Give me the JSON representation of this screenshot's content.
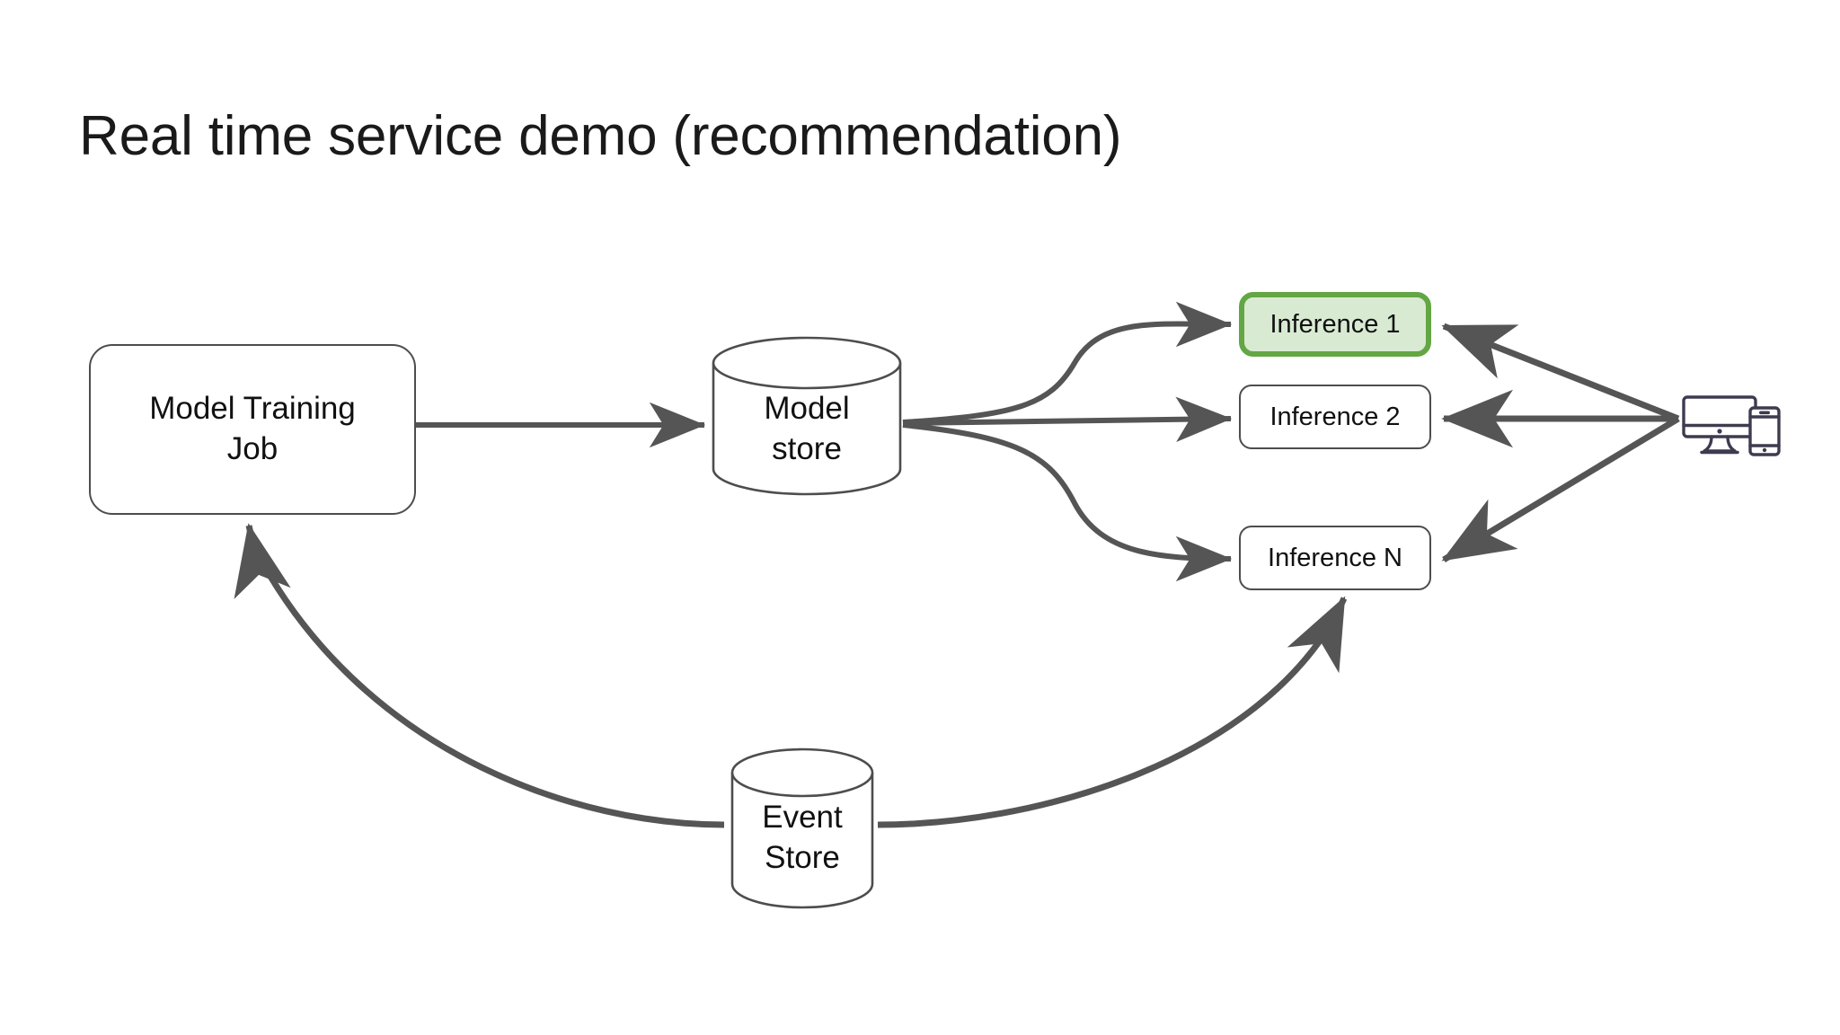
{
  "slide": {
    "title": "Real time service demo (recommendation)",
    "background_color": "#ffffff"
  },
  "colors": {
    "edge": "#555555",
    "node_border": "#4d4d4d",
    "node_fill": "#ffffff",
    "highlight_border": "#63a644",
    "highlight_fill": "#d9ead3",
    "device_icon": "#3f3b4f",
    "text": "#111111"
  },
  "nodes": {
    "training_job": {
      "label": "Model Training\nJob",
      "line1": "Model Training",
      "line2": "Job",
      "shape": "rounded-rect",
      "highlighted": false
    },
    "model_store": {
      "label": "Model\nstore",
      "line1": "Model",
      "line2": "store",
      "shape": "cylinder",
      "highlighted": false
    },
    "event_store": {
      "label": "Event\nStore",
      "line1": "Event",
      "line2": "Store",
      "shape": "cylinder",
      "highlighted": false
    },
    "inference_1": {
      "label": "Inference 1",
      "shape": "rounded-rect",
      "highlighted": true
    },
    "inference_2": {
      "label": "Inference 2",
      "shape": "rounded-rect",
      "highlighted": false
    },
    "inference_n": {
      "label": "Inference N",
      "shape": "rounded-rect",
      "highlighted": false
    },
    "client_devices": {
      "label": "",
      "icon": "monitor-and-phone-icon",
      "shape": "icon",
      "highlighted": false
    }
  },
  "edges": [
    {
      "from": "training_job",
      "to": "model_store",
      "style": "straight",
      "arrow": "end"
    },
    {
      "from": "model_store",
      "to": "inference_1",
      "style": "curve",
      "arrow": "end"
    },
    {
      "from": "model_store",
      "to": "inference_2",
      "style": "straight",
      "arrow": "end"
    },
    {
      "from": "model_store",
      "to": "inference_n",
      "style": "curve",
      "arrow": "end"
    },
    {
      "from": "client_devices",
      "to": "inference_1",
      "style": "straight",
      "arrow": "end"
    },
    {
      "from": "client_devices",
      "to": "inference_2",
      "style": "straight",
      "arrow": "end"
    },
    {
      "from": "client_devices",
      "to": "inference_n",
      "style": "straight",
      "arrow": "end"
    },
    {
      "from": "event_store",
      "to": "training_job",
      "style": "curve",
      "arrow": "end"
    },
    {
      "from": "event_store",
      "to": "inference_n",
      "style": "curve",
      "arrow": "end"
    }
  ]
}
